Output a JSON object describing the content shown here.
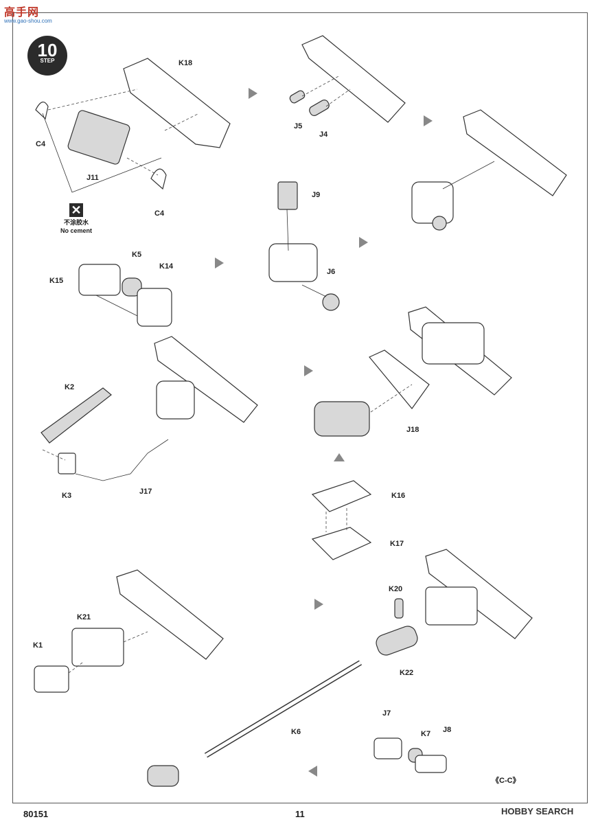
{
  "header": {
    "logo_cn": "高手网",
    "logo_en": "www.gao-shou.com"
  },
  "step": {
    "number": "10",
    "word": "STEP"
  },
  "no_cement": {
    "cn": "不涂胶水",
    "en": "No cement"
  },
  "labels": {
    "K18": "K18",
    "C4a": "C4",
    "C4b": "C4",
    "J11": "J11",
    "J5": "J5",
    "J4": "J4",
    "J9": "J9",
    "J6": "J6",
    "K5": "K5",
    "K14": "K14",
    "K15": "K15",
    "K2": "K2",
    "K3": "K3",
    "J17": "J17",
    "J18": "J18",
    "K16": "K16",
    "K17": "K17",
    "K20": "K20",
    "K21": "K21",
    "K1": "K1",
    "K22": "K22",
    "K6": "K6",
    "J7": "J7",
    "K7": "K7",
    "J8": "J8"
  },
  "section_mark": "《C-C》",
  "footer": {
    "code": "80151",
    "page": "11",
    "watermark": "HOBBY SEARCH"
  }
}
